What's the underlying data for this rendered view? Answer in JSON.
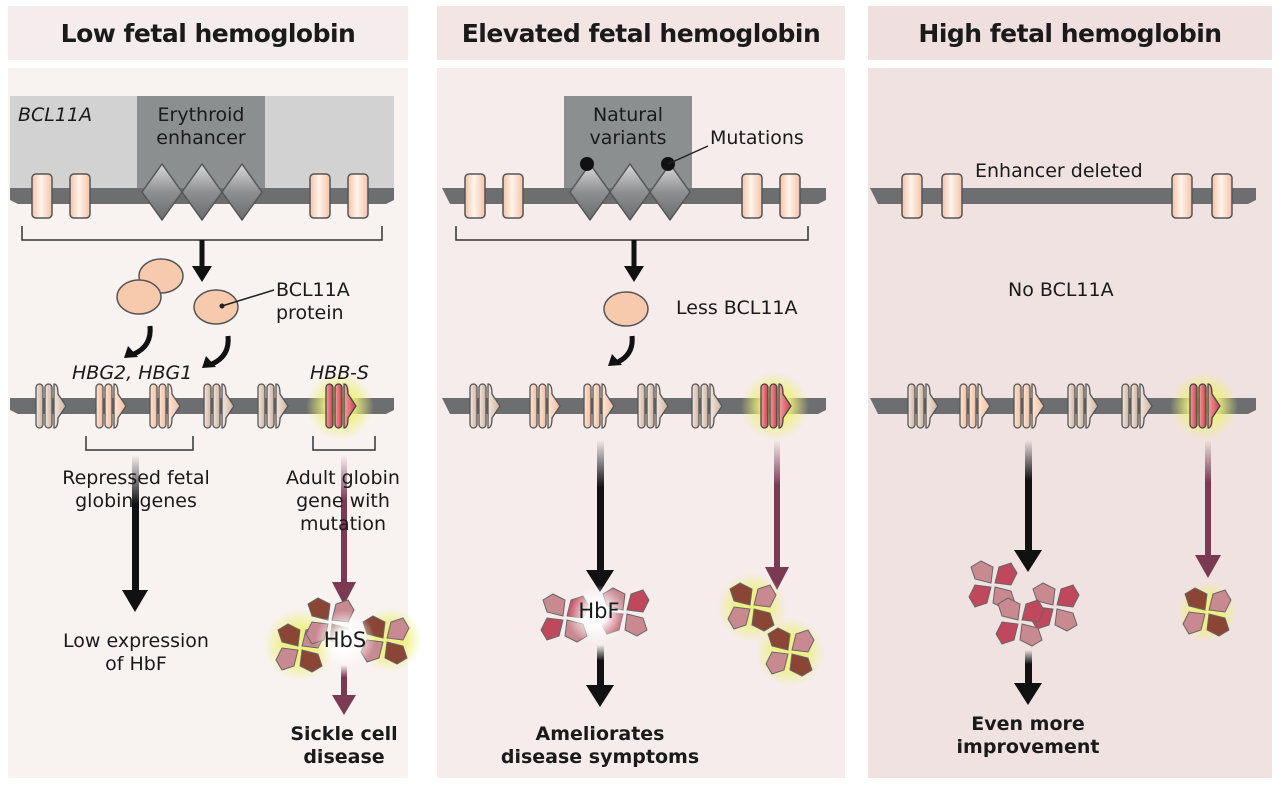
{
  "panels": [
    {
      "title": "Low fetal hemoglobin",
      "locus_label": "BCL11A",
      "enhancer_label": [
        "Erythroid",
        "enhancer"
      ],
      "protein_label": [
        "BCL11A",
        "protein"
      ],
      "fetal_genes_label": "HBG2, HBG1",
      "adult_gene_label": "HBB-S",
      "repressed_label": [
        "Repressed fetal",
        "globin genes"
      ],
      "adult_desc_label": [
        "Adult globin",
        "gene with",
        "mutation"
      ],
      "hbs_label": "HbS",
      "outcome_left": [
        "Low expression",
        "of HbF"
      ],
      "outcome_right": [
        "Sickle cell",
        "disease"
      ]
    },
    {
      "title": "Elevated fetal hemoglobin",
      "enhancer_label": [
        "Natural",
        "variants"
      ],
      "mutations_label": "Mutations",
      "protein_label": "Less BCL11A",
      "hbf_label": "HbF",
      "outcome": [
        "Ameliorates",
        "disease symptoms"
      ]
    },
    {
      "title": "High fetal hemoglobin",
      "enhancer_label": "Enhancer deleted",
      "protein_label": "No BCL11A",
      "outcome": [
        "Even more",
        "improvement"
      ]
    }
  ],
  "colors": {
    "exon": "#f6cfb4",
    "enhancer": "#8c8f90",
    "chromosome": "#6d6e70",
    "arrow_fetal": "#111111",
    "arrow_adult": "#7a3a52",
    "hbs_dark": "#8a4535",
    "hbs_light": "#c98991",
    "hbf_dark": "#c0485c",
    "glow": "#e8ec8a"
  }
}
